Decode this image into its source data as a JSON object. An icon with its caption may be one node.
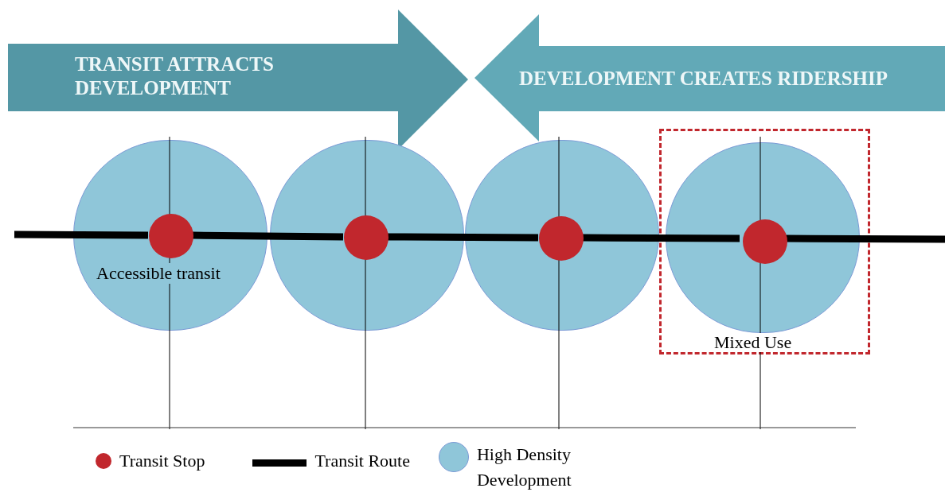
{
  "diagram": {
    "nodes": [
      {
        "text": [
          "TRANSIT ATTRACTS DEVELOPMENT"
        ]
      },
      {
        "text": [
          "DEVELOPMENT CREATES RIDERSHIP"
        ]
      },
      {
        "text": [
          "Accessible transit"
        ]
      },
      {
        "text": [],
        "shape": "circle"
      },
      {
        "text": [],
        "shape": "circle"
      },
      {
        "text": [
          "Mixed Use"
        ]
      },
      {
        "text": [],
        "shape": "circle",
        "in": 5
      },
      {
        "text": [],
        "shape": "circle",
        "in": 2
      },
      {
        "text": [],
        "shape": "circle",
        "in": 3
      },
      {
        "text": [],
        "shape": "circle",
        "in": 4
      },
      {
        "text": [],
        "shape": "circle",
        "in": 6
      }
    ],
    "edges": [
      {
        "from": null,
        "to": 7,
        "arrow": "none"
      },
      {
        "from": 7,
        "to": 8,
        "arrow": "none"
      },
      {
        "from": 8,
        "to": 9,
        "arrow": "none"
      },
      {
        "from": 9,
        "to": 10,
        "arrow": "none"
      },
      {
        "from": 10,
        "to": null,
        "arrow": "none"
      }
    ],
    "legend": [
      {
        "text": "Transit Stop",
        "color": "#c1272d"
      },
      {
        "text": "Transit Route"
      },
      {
        "text": "High Density Development",
        "color": "#8fc6d9"
      }
    ]
  }
}
